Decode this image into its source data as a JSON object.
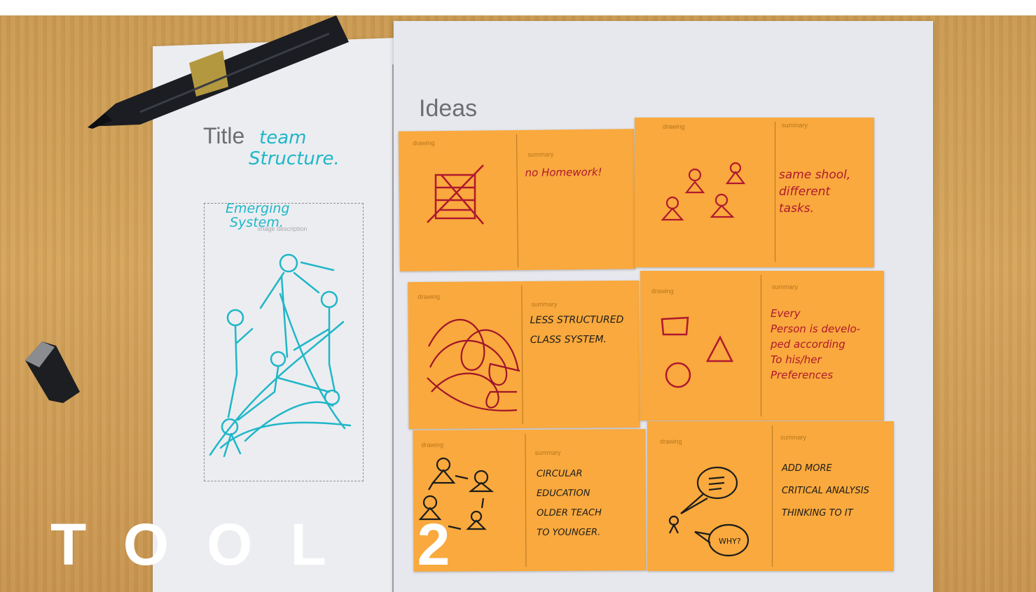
{
  "overlay": {
    "title": "TOOL 2"
  },
  "worksheet": {
    "title_label": "Title",
    "title_handwritten": [
      "team",
      "Structure."
    ],
    "drawing_caption": [
      "Emerging",
      "System."
    ],
    "image_description_label": "image description",
    "ideas_label": "Ideas"
  },
  "notes": [
    {
      "drawing_label": "drawing",
      "summary_label": "summary",
      "summary_text": "no Homework!",
      "ink": "#b0182f"
    },
    {
      "drawing_label": "drawing",
      "summary_label": "summary",
      "summary_text": "same shool,\ndifferent\ntasks.",
      "ink": "#b0182f"
    },
    {
      "drawing_label": "drawing",
      "summary_label": "summary",
      "summary_text": "LESS STRUCTURED\nCLASS SYSTEM.",
      "ink": "#1c1c1c"
    },
    {
      "drawing_label": "drawing",
      "summary_label": "summary",
      "summary_text": "Every\nPerson is develo-\nped according\nTo his/her\nPreferences",
      "ink": "#b0182f"
    },
    {
      "drawing_label": "drawing",
      "summary_label": "summary",
      "summary_text": "CIRCULAR\nEDUCATION\nOLDER TEACH\nTO YOUNGER.",
      "ink": "#1c1c1c"
    },
    {
      "drawing_label": "drawing",
      "summary_label": "summary",
      "summary_text": "ADD MORE\nCRITICAL ANALYSIS\nTHINKING TO IT",
      "ink": "#1c1c1c"
    }
  ],
  "colors": {
    "sticky": "#f9a93d",
    "table": "#d5a55d",
    "paper": "#e7e8ee",
    "blue_ink": "#1fb7c8",
    "red_ink": "#b0182f"
  }
}
